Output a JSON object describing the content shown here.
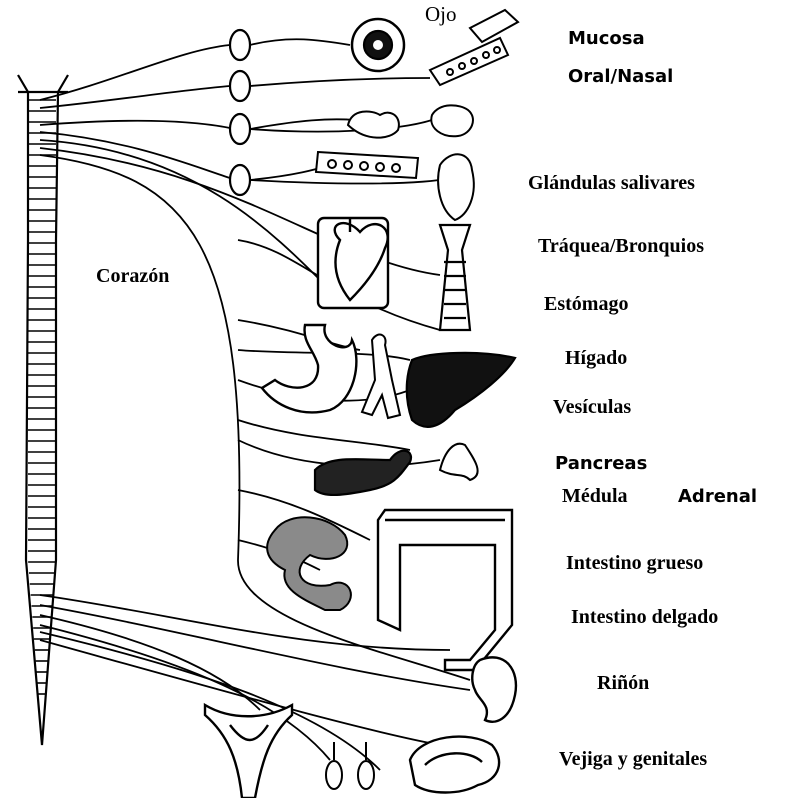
{
  "labels": {
    "ojo": "Ojo",
    "mucosa": "Mucosa",
    "oral_nasal": "Oral/Nasal",
    "glandulas": "Glándulas salivares",
    "traquea": "Tráquea/Bronquios",
    "corazon": "Corazón",
    "estomago": "Estómago",
    "higado": "Hígado",
    "vesiculas": "Vesículas",
    "pancreas": "Pancreas",
    "medula": "Médula",
    "adrenal": "Adrenal",
    "intestino_grueso": "Intestino grueso",
    "intestino_delgado": "Intestino delgado",
    "rinon": "Riñón",
    "vejiga": "Vejiga y genitales"
  },
  "colors": {
    "ink": "#000000",
    "background": "#ffffff",
    "organ_gray": "#8a8a8a",
    "organ_dark": "#111111"
  }
}
